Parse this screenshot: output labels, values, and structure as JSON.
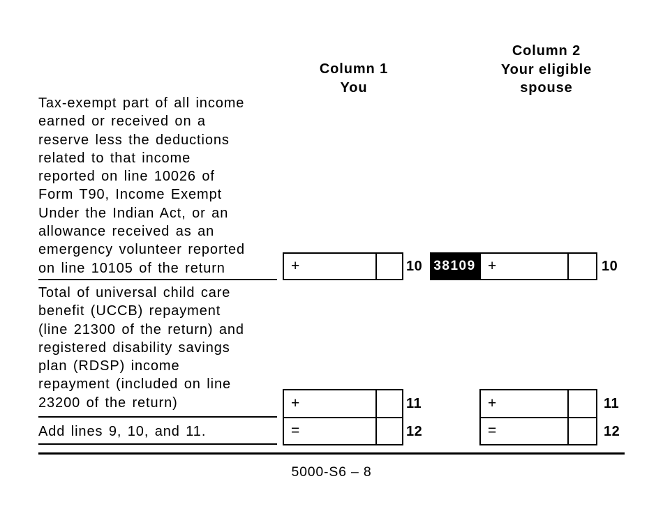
{
  "page": {
    "footer": "5000-S6 – 8",
    "colors": {
      "background": "#ffffff",
      "text": "#000000",
      "badge_background": "#000000",
      "badge_text": "#ffffff"
    }
  },
  "columns": {
    "col1": {
      "text": "Column 1\nYou"
    },
    "col2": {
      "text": "Column 2\nYour eligible\nspouse"
    }
  },
  "rows": {
    "line10": {
      "description": "Tax-exempt part of all income\nearned or received on a\nreserve less the deductions\nrelated to that income\nreported on line 10026 of\nForm T90, Income Exempt\nUnder the Indian Act, or an\nallowance received as an\nemergency volunteer reported\non line 10105 of the return",
      "operator": "+",
      "line_number": "10",
      "field_code": "38109",
      "col1_value": "",
      "col2_value": ""
    },
    "line11": {
      "description": "Total of universal child care\nbenefit (UCCB) repayment\n(line 21300 of the return) and\nregistered disability savings\nplan (RDSP) income\nrepayment (included on line\n23200 of the return)",
      "operator": "+",
      "line_number": "11",
      "col1_value": "",
      "col2_value": ""
    },
    "line12": {
      "description": "Add lines 9, 10, and 11.",
      "operator": "=",
      "line_number": "12",
      "col1_value": "",
      "col2_value": ""
    }
  }
}
